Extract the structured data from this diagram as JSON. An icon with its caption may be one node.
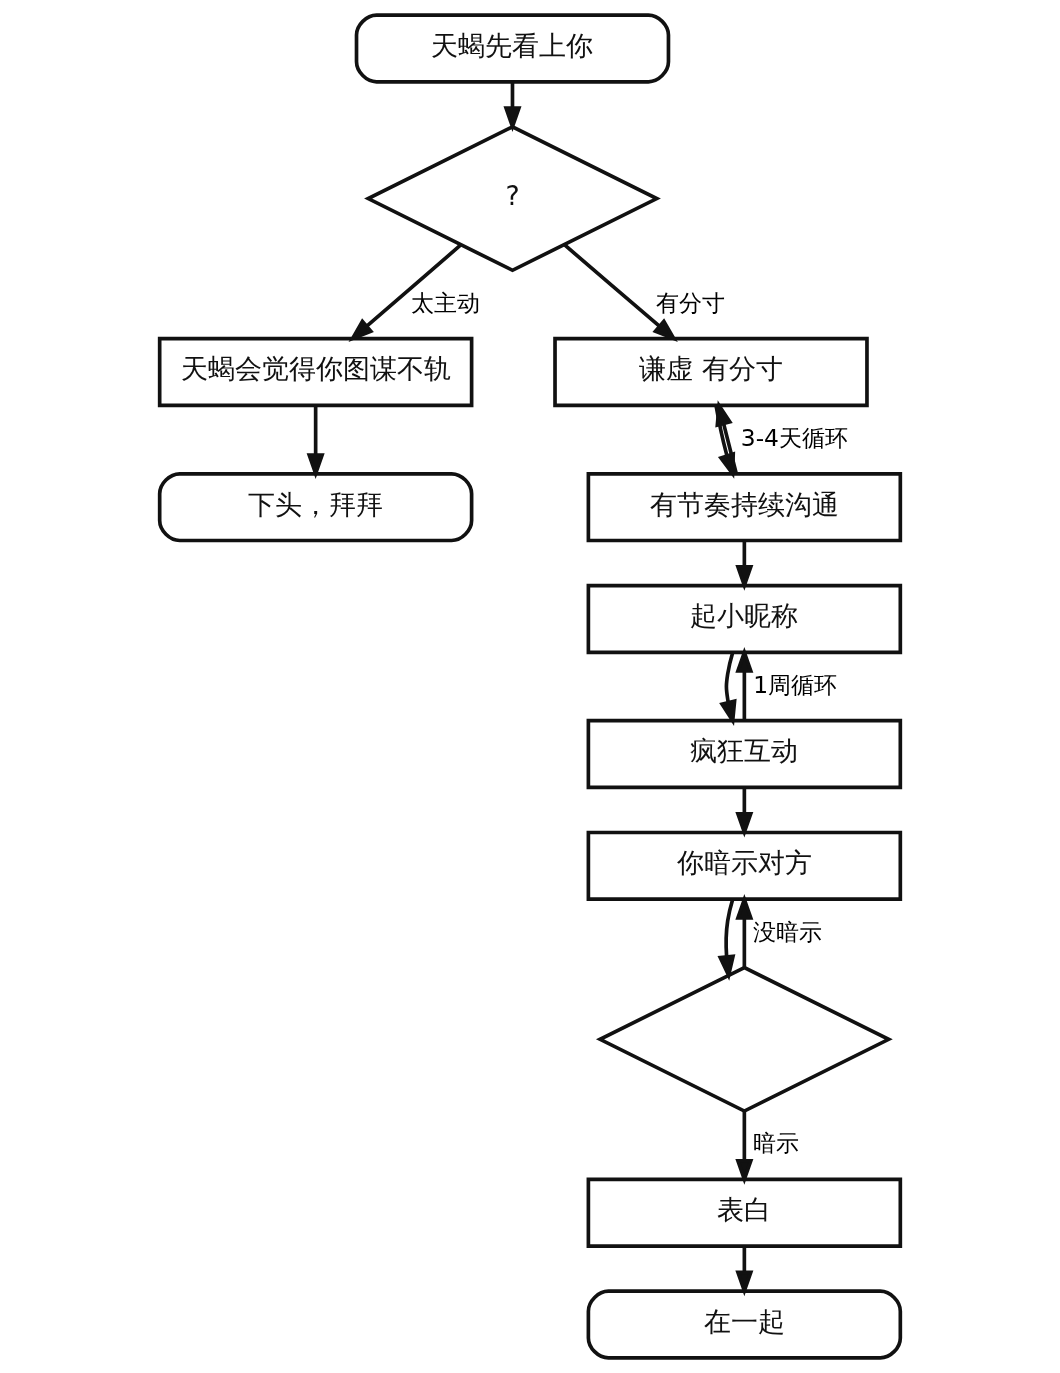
{
  "diagram": {
    "nodes": [
      {
        "text": [
          "天蝎先看上你"
        ]
      },
      {
        "text": [
          "?"
        ]
      },
      {
        "text": [
          "天蝎会觉得你图谋不轨"
        ]
      },
      {
        "text": [
          "下头，拜拜"
        ]
      },
      {
        "text": [
          "谦虚 有分寸"
        ]
      },
      {
        "text": [
          "有节奏持续沟通"
        ]
      },
      {
        "text": [
          "起小昵称"
        ]
      },
      {
        "text": [
          "疯狂互动"
        ]
      },
      {
        "text": [
          "你暗示对方"
        ]
      },
      {
        "text": [],
        "shape": "diamond"
      },
      {
        "text": [
          "表白"
        ]
      },
      {
        "text": [
          "在一起"
        ]
      }
    ],
    "edges": [
      {
        "from": 0,
        "to": 1,
        "arrow": "to"
      },
      {
        "from": 1,
        "to": 2,
        "arrow": "to",
        "label": "太主动"
      },
      {
        "from": 2,
        "to": 3,
        "arrow": "to"
      },
      {
        "from": 1,
        "to": 4,
        "arrow": "to",
        "label": "有分寸"
      },
      {
        "from": 4,
        "to": 5,
        "arrow": "to"
      },
      {
        "from": 5,
        "to": 4,
        "arrow": "to",
        "label": "3-4天循环"
      },
      {
        "from": 5,
        "to": 6,
        "arrow": "to"
      },
      {
        "from": 6,
        "to": 7,
        "arrow": "to"
      },
      {
        "from": 7,
        "to": 6,
        "arrow": "to",
        "label": "1周循环"
      },
      {
        "from": 7,
        "to": 8,
        "arrow": "to"
      },
      {
        "from": 8,
        "to": 9,
        "arrow": "to"
      },
      {
        "from": 9,
        "to": 8,
        "arrow": "to",
        "label": "没暗示"
      },
      {
        "from": 9,
        "to": 10,
        "arrow": "to",
        "label": "暗示"
      },
      {
        "from": 10,
        "to": 11,
        "arrow": "to"
      }
    ]
  }
}
